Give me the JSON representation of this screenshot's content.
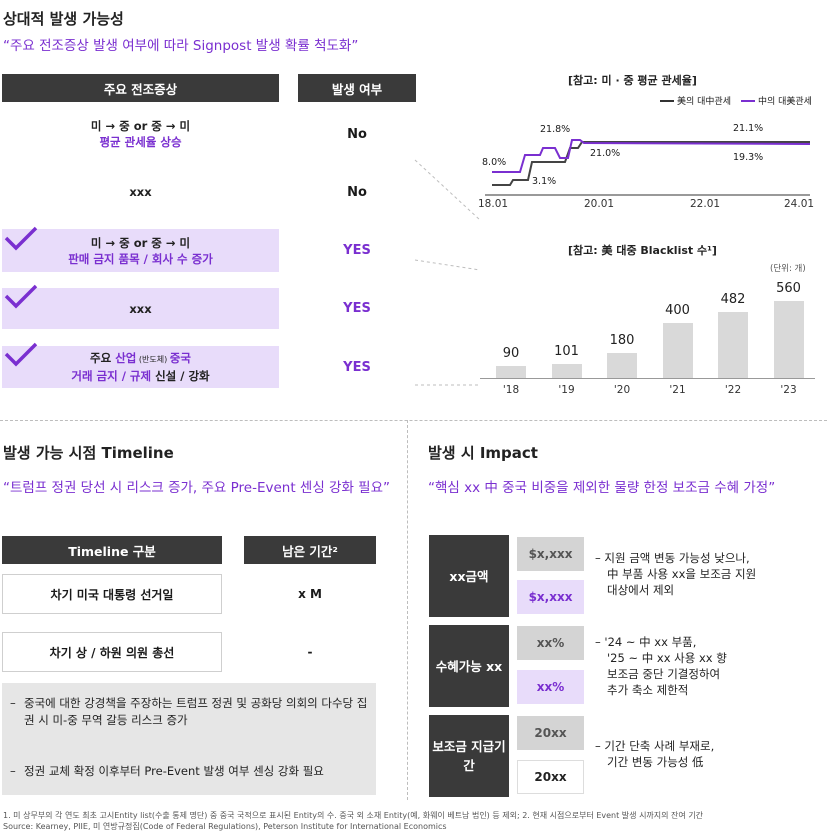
{
  "section1": {
    "title": "상대적 발생 가능성",
    "quote": "“주요 전조증상 발생 여부에 따라 Signpost 발생 확률 척도화”",
    "col_sign": "주요 전조증상",
    "col_occur": "발생 여부",
    "rows": [
      {
        "line1": "미 → 중 or 중 → 미",
        "line2": "평균 관세율 상승",
        "status": "No",
        "checked": false
      },
      {
        "line1": "xxx",
        "line2": "",
        "status": "No",
        "checked": false
      },
      {
        "line1": "미 → 중 or 중 → 미",
        "line2": "판매 금지 품목 / 회사 수 증가",
        "status": "YES",
        "checked": true
      },
      {
        "line1": "xxx",
        "line2": "",
        "status": "YES",
        "checked": true
      },
      {
        "line1a": "주요 ",
        "line1b": "산업",
        "line1c": " (반도체) ",
        "line1d": "중국",
        "line2a": "거래 금지 / 규제",
        "line2b": " 신설 / 강화",
        "status": "YES",
        "checked": true
      }
    ]
  },
  "tariff_chart": {
    "title": "[참고: 미 · 중 평균 관세율]",
    "legend": [
      "美의 대中관세",
      "中의 대美관세"
    ],
    "labels": [
      "8.0%",
      "21.8%",
      "3.1%",
      "21.0%",
      "21.1%",
      "19.3%"
    ],
    "ticks": [
      "18.01",
      "20.01",
      "22.01",
      "24.01"
    ]
  },
  "blacklist_chart": {
    "title": "[참고: 美 대중 Blacklist 수¹]",
    "unit": "(단위: 개)"
  },
  "chart_data": {
    "type": "bar",
    "categories": [
      "'18",
      "'19",
      "'20",
      "'21",
      "'22",
      "'23"
    ],
    "values": [
      90,
      101,
      180,
      400,
      482,
      560
    ],
    "title": "[참고: 美 대중 Blacklist 수¹]",
    "ylim": [
      0,
      600
    ]
  },
  "timeline": {
    "title": "발생 가능 시점 Timeline",
    "quote": "“트럼프 정권 당선 시 리스크 증가,  주요 Pre-Event 센싱 강화 필요”",
    "col_type": "Timeline 구분",
    "col_remaining": "남은 기간²",
    "rows": [
      {
        "label": "차기 미국 대통령 선거일",
        "value": "x M"
      },
      {
        "label": "차기 상 / 하원 의원 총선",
        "value": "-"
      }
    ],
    "notes": [
      "중국에 대한 강경책을 주장하는 트럼프 정권 및 공화당 의회의 다수당 집권 시 미-중 무역 갈등 리스크 증가",
      "정권 교체 확정 이후부터 Pre-Event 발생 여부 센싱 강화 필요"
    ]
  },
  "impact": {
    "title": "발생 시 Impact",
    "quote": "“핵심 xx 中 중국 비중을 제외한 물량 한정 보조금 수혜 가정”",
    "rows": [
      {
        "label": "xx금액",
        "top": "$x,xxx",
        "bottom": "$x,xxx",
        "desc": [
          "지원 금액 변동 가능성 낮으나,",
          "中 부품 사용 xx을 보조금 지원",
          "대상에서 제외"
        ]
      },
      {
        "label": "수혜가능 xx",
        "top": "xx%",
        "bottom": "xx%",
        "desc": [
          "'24 ~ 中 xx 부품,",
          "'25 ~ 中 xx 사용 xx 향",
          "보조금 중단 기결정하여",
          "추가 축소 제한적"
        ]
      },
      {
        "label": "보조금 지급기간",
        "top": "20xx",
        "bottom": "20xx",
        "desc": [
          "기간 단축 사례 부재로,",
          "기간 변동 가능성 低"
        ]
      }
    ]
  },
  "footer": {
    "line1": "1. 미 상무부의 각 연도 최초 고시Entity list(수출 통제 명단) 중 중국 국적으로 표시된 Entity의 수. 중국 외 소재 Entity(예, 화웨이 베트남 법인) 등 제외;   2. 현재 시점으로부터 Event 발생 시까지의 잔여 기간",
    "line2": "Source: Kearney, PIIE, 미 연방규정집(Code of Federal Regulations), Peterson Institute for International Economics"
  },
  "colors": {
    "accent": "#7a2fd0",
    "dark": "#3a3a3a",
    "highlight": "#e8dcfa",
    "bar": "#d9d9d9"
  }
}
